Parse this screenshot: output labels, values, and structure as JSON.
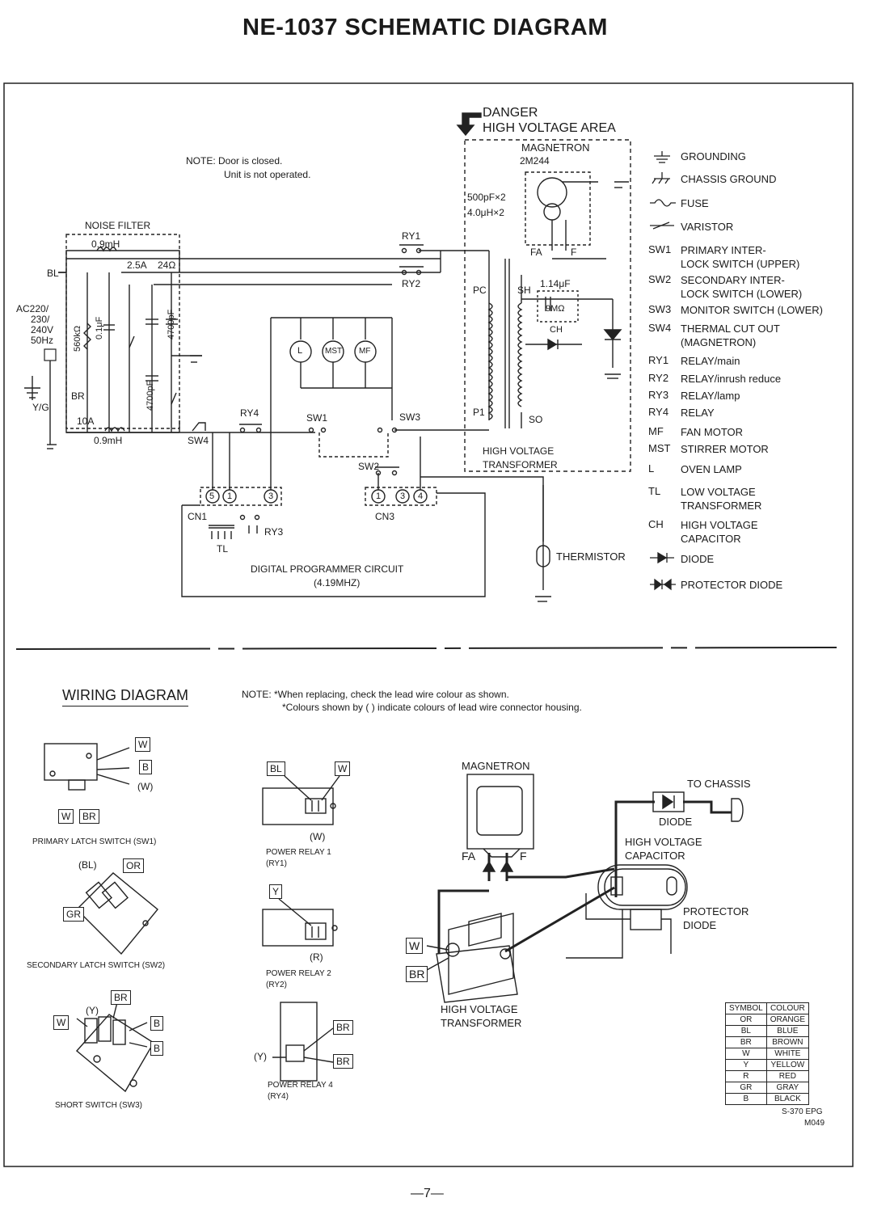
{
  "title": "NE-1037   SCHEMATIC DIAGRAM",
  "schematic": {
    "note": [
      "NOTE: Door is closed.",
      "Unit is not operated."
    ],
    "danger": [
      "DANGER",
      "HIGH VOLTAGE AREA"
    ],
    "magnetron": [
      "MAGNETRON",
      "2M244"
    ],
    "caps": [
      "500pF×2",
      "4.0μH×2"
    ],
    "noise_filter": "NOISE FILTER",
    "inductor_top": "0.9mH",
    "inductor_bottom": "0.9mH",
    "fuse_top": "2.5A",
    "resistor": "24Ω",
    "resistor_560k": "560kΩ",
    "cap_01": "0.1μF",
    "cap_4700_a": "4700pF",
    "cap_4700_b": "4700pF",
    "ac_input": [
      "AC220/",
      "230/",
      "240V",
      "50Hz"
    ],
    "wire_bl": "BL",
    "wire_br": "BR",
    "wire_yg": "Y/G",
    "fuse_10a": "10A",
    "ry1": "RY1",
    "ry2": "RY2",
    "ry3": "RY3",
    "ry4": "RY4",
    "sw1": "SW1",
    "sw2": "SW2",
    "sw3": "SW3",
    "sw4": "SW4",
    "lamp_l": "L",
    "motor_mst": "MST",
    "motor_mf": "MF",
    "pc": "PC",
    "p1": "P1",
    "sh": "SH",
    "so": "SO",
    "fa": "FA",
    "f": "F",
    "hv_cap": "1.14μF",
    "hv_res": "9MΩ",
    "ch": "CH",
    "hv_transformer": [
      "HIGH VOLTAGE",
      "TRANSFORMER"
    ],
    "cn1": "CN1",
    "cn3": "CN3",
    "tl": "TL",
    "thermistor": "THERMISTOR",
    "digital": [
      "DIGITAL PROGRAMMER CIRCUIT",
      "(4.19MHZ)"
    ],
    "cn1_pins": [
      "5",
      "1",
      "3"
    ],
    "cn3_pins": [
      "1",
      "3",
      "4"
    ]
  },
  "legend": [
    {
      "sym": "grounding-icon",
      "text": "GROUNDING"
    },
    {
      "sym": "chassis-ground-icon",
      "text": "CHASSIS GROUND"
    },
    {
      "sym": "fuse-icon",
      "text": "FUSE"
    },
    {
      "sym": "varistor-icon",
      "text": "VARISTOR"
    },
    {
      "sym": "SW1",
      "text": "PRIMARY INTER-\nLOCK SWITCH (UPPER)"
    },
    {
      "sym": "SW2",
      "text": "SECONDARY INTER-\nLOCK SWITCH (LOWER)"
    },
    {
      "sym": "SW3",
      "text": "MONITOR SWITCH (LOWER)"
    },
    {
      "sym": "SW4",
      "text": "THERMAL CUT OUT\n(MAGNETRON)"
    },
    {
      "sym": "RY1",
      "text": "RELAY/main"
    },
    {
      "sym": "RY2",
      "text": "RELAY/inrush reduce"
    },
    {
      "sym": "RY3",
      "text": "RELAY/lamp"
    },
    {
      "sym": "RY4",
      "text": "RELAY"
    },
    {
      "sym": "MF",
      "text": "FAN MOTOR"
    },
    {
      "sym": "MST",
      "text": "STIRRER MOTOR"
    },
    {
      "sym": "L",
      "text": "OVEN LAMP"
    },
    {
      "sym": "TL",
      "text": "LOW VOLTAGE\nTRANSFORMER"
    },
    {
      "sym": "CH",
      "text": "HIGH VOLTAGE\nCAPACITOR"
    },
    {
      "sym": "diode-icon",
      "text": "DIODE"
    },
    {
      "sym": "protector-diode-icon",
      "text": "PROTECTOR DIODE"
    }
  ],
  "wiring": {
    "title": "WIRING DIAGRAM",
    "note": [
      "NOTE:  *When replacing, check the lead wire colour as shown.",
      "*Colours shown by (    ) indicate colours of lead wire connector housing."
    ],
    "sw1_label": "PRIMARY LATCH SWITCH (SW1)",
    "sw2_label": "SECONDARY LATCH SWITCH (SW2)",
    "sw3_label": "SHORT SWITCH (SW3)",
    "ry1_label": [
      "POWER RELAY 1",
      "(RY1)"
    ],
    "ry2_label": [
      "POWER RELAY 2",
      "(RY2)"
    ],
    "ry4_label": [
      "POWER RELAY 4",
      "(RY4)"
    ],
    "magnetron": "MAGNETRON",
    "fa": "FA",
    "f": "F",
    "to_chassis": "TO CHASSIS",
    "diode": "DIODE",
    "hv_capacitor": [
      "HIGH VOLTAGE",
      "CAPACITOR"
    ],
    "protector_diode": [
      "PROTECTOR",
      "DIODE"
    ],
    "hv_transformer": [
      "HIGH VOLTAGE",
      "TRANSFORMER"
    ],
    "tags": {
      "w": "W",
      "b": "B",
      "br": "BR",
      "bl": "BL",
      "or": "OR",
      "gr": "GR",
      "y": "Y",
      "w_paren": "(W)",
      "bl_paren": "(BL)",
      "y_paren": "(Y)",
      "r_paren": "(R)"
    }
  },
  "colour_table": {
    "headers": [
      "SYMBOL",
      "COLOUR"
    ],
    "rows": [
      [
        "OR",
        "ORANGE"
      ],
      [
        "BL",
        "BLUE"
      ],
      [
        "BR",
        "BROWN"
      ],
      [
        "W",
        "WHITE"
      ],
      [
        "Y",
        "YELLOW"
      ],
      [
        "R",
        "RED"
      ],
      [
        "GR",
        "GRAY"
      ],
      [
        "B",
        "BLACK"
      ]
    ]
  },
  "footer_codes": [
    "S-370 EPG",
    "M049"
  ],
  "page_number": "—7—"
}
